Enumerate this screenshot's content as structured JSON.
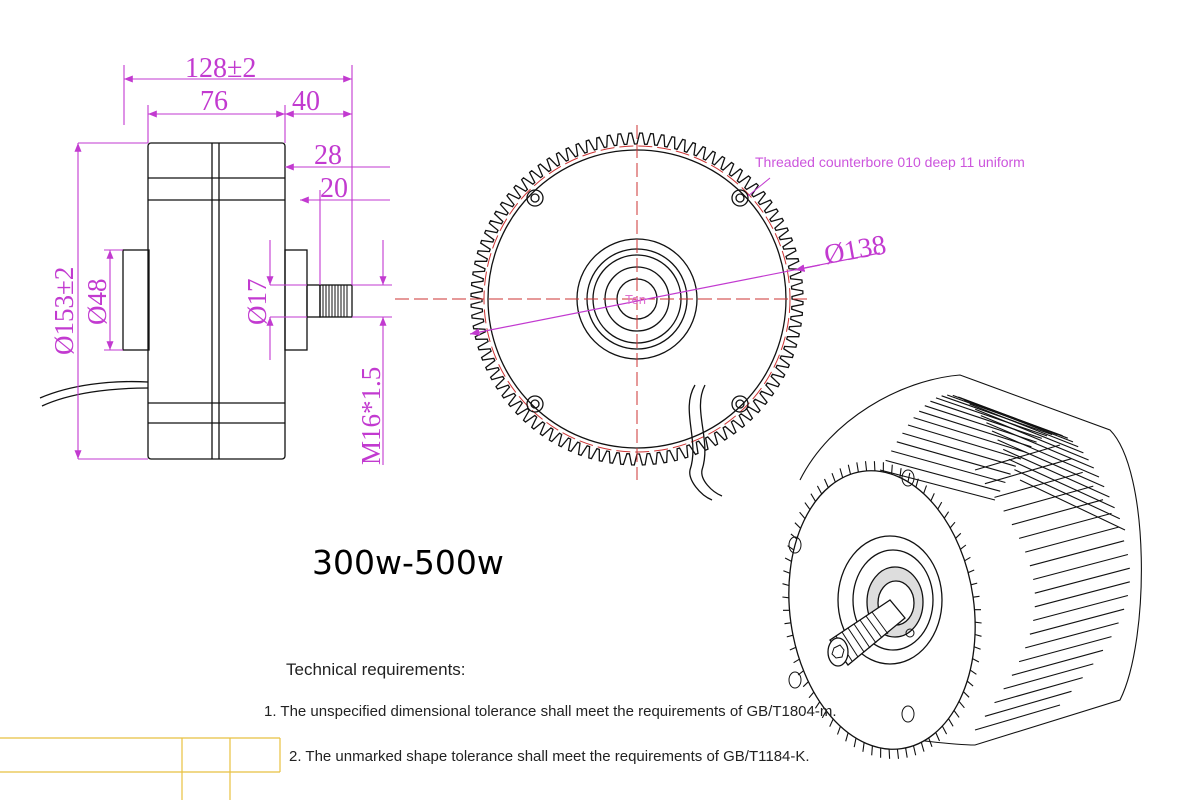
{
  "dimensions": {
    "overall_length": "128±2",
    "body_length": "76",
    "shaft_length": "40",
    "shaft_step_28": "28",
    "shaft_step_20": "20",
    "outer_diameter": "Ø153±2",
    "hub_diameter": "Ø48",
    "shaft_diameter": "Ø17",
    "thread_spec": "M16*1.5",
    "bolt_circle": "Ø138"
  },
  "notes": {
    "counterbore": "Threaded counterbore 010 deep 11 uniform",
    "center_label": "Ten"
  },
  "power_rating": "300w-500w",
  "tech_requirements": {
    "title": "Technical requirements:",
    "item1": "1. The unspecified dimensional tolerance shall meet the requirements of GB/T1804-m.",
    "item2": "2. The unmarked shape tolerance shall meet the requirements of GB/T1184-K."
  },
  "colors": {
    "dimension": "#c23ad0",
    "centerline": "#cc3333",
    "outline": "#111111",
    "title_block": "#e8c040"
  }
}
